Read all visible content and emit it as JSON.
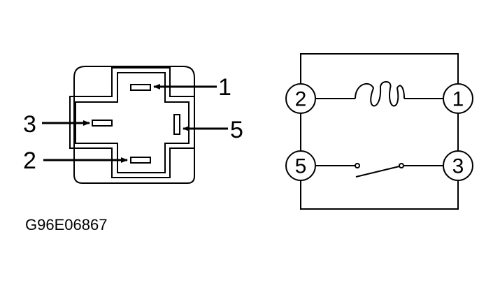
{
  "figure_code": "G96E06867",
  "connector": {
    "callouts": [
      "1",
      "3",
      "5",
      "2"
    ]
  },
  "schematic": {
    "terminals": [
      "2",
      "1",
      "5",
      "3"
    ]
  },
  "colors": {
    "ink": "#000000",
    "background": "#ffffff"
  }
}
